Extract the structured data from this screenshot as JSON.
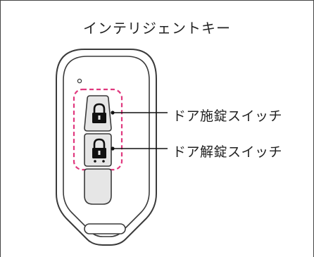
{
  "title": "インテリジェントキー",
  "callouts": {
    "lock_label": "ドア施錠スイッチ",
    "unlock_label": "ドア解錠スイッチ"
  },
  "colors": {
    "outline": "#3a3a3a",
    "button_fill": "#e6e6e6",
    "highlight_dash": "#e0387e",
    "text": "#222222"
  },
  "icons": {
    "lock": "padlock-closed-icon",
    "unlock": "padlock-open-icon"
  }
}
